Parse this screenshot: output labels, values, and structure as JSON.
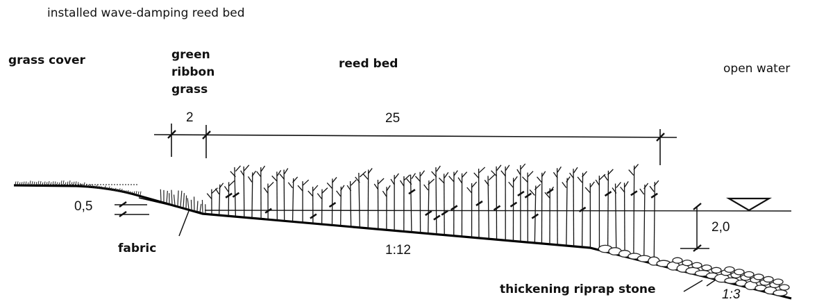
{
  "title": "installed wave-damping reed bed",
  "zones": {
    "grass_cover": "grass cover",
    "green_ribbon_grass": [
      "green",
      "ribbon",
      "grass"
    ],
    "reed_bed": "reed bed",
    "open_water": "open water"
  },
  "dimensions": {
    "width_ribbon": "2",
    "width_reed": "25",
    "fabric_depth": "0,5",
    "water_depth": "2,0"
  },
  "labels": {
    "fabric": "fabric",
    "slope_reed": "1:12",
    "riprap": "thickening riprap stone",
    "slope_riprap": "1:3"
  },
  "icons": {
    "water_level": "water-level-triangle-icon"
  }
}
